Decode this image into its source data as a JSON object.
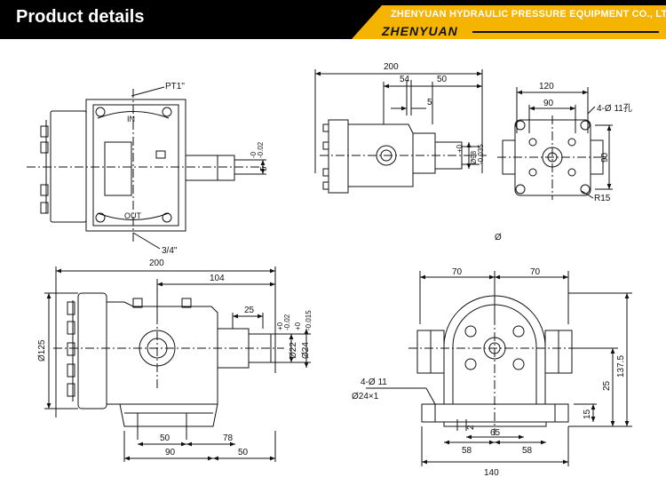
{
  "header": {
    "title": "Product details",
    "company": "ZHENYUAN HYDRAULIC PRESSURE EQUIPMENT CO., LTD",
    "brand": "ZHENYUAN"
  },
  "colors": {
    "header_bg": "#000000",
    "banner": "#f4b400",
    "ink": "#111111"
  },
  "view1": {
    "port_top": "PT1\"",
    "port_bottom": "3/4\"",
    "label_in": "IN",
    "label_out": "OUT",
    "shaft_tol_hi": "-0",
    "shaft_tol_lo": "-0.02",
    "shaft_dim": "5"
  },
  "view2": {
    "overall": "200",
    "d54": "54",
    "d50": "50",
    "d5": "5",
    "bore_tol_hi": "+0",
    "bore_tol_lo": "-0.035",
    "bore_phi": "Ø98"
  },
  "view3": {
    "w120": "120",
    "w90": "90",
    "holes": "4-Ø 11孔",
    "h90": "90",
    "radius": "R15"
  },
  "stray_symbol": "Ø",
  "view4": {
    "overall": "200",
    "d104": "104",
    "d25": "25",
    "phi125": "Ø125",
    "phi22": "Ø22",
    "phi24": "Ø24",
    "tol22_hi": "+0",
    "tol22_lo": "-0.02",
    "tol24_hi": "+0",
    "tol24_lo": "-0.015",
    "d50a": "50",
    "d78": "78",
    "d90": "90",
    "d50b": "50"
  },
  "view5": {
    "d70a": "70",
    "d70b": "70",
    "holes": "4-Ø 11",
    "counterbore": "Ø24×1",
    "h137": "137.5",
    "h25": "25",
    "h15": "15",
    "d2": "2",
    "d65": "65",
    "d58a": "58",
    "d58b": "58",
    "d140": "140"
  }
}
